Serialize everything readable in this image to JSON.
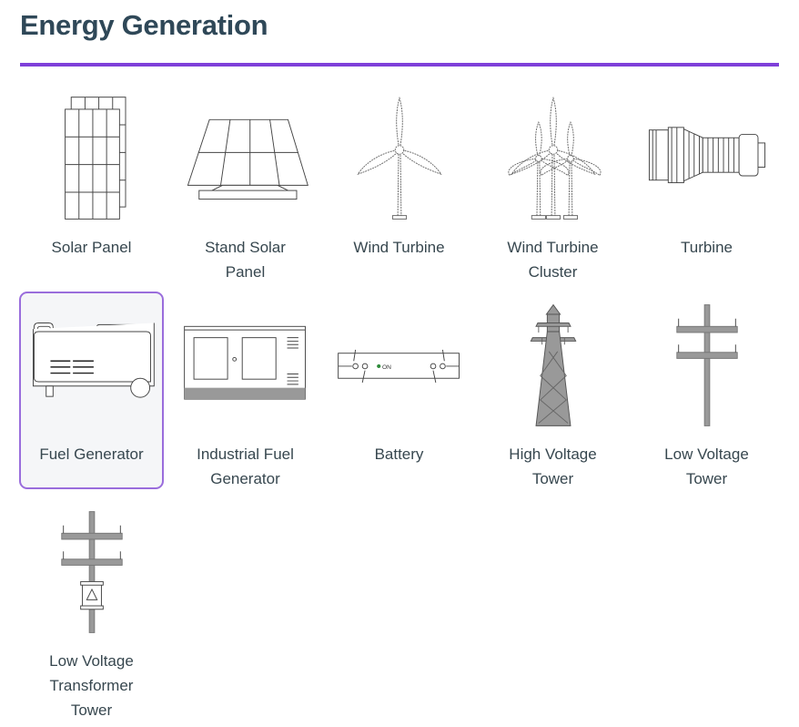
{
  "title": "Energy Generation",
  "accent": "#7f3fd9",
  "selected_index": 5,
  "items": [
    {
      "label": "Solar Panel",
      "icon": "solar-panel"
    },
    {
      "label": "Stand Solar Panel",
      "icon": "stand-solar-panel"
    },
    {
      "label": "Wind Turbine",
      "icon": "wind-turbine"
    },
    {
      "label": "Wind Turbine Cluster",
      "icon": "wind-turbine-cluster"
    },
    {
      "label": "Turbine",
      "icon": "turbine"
    },
    {
      "label": "Fuel Generator",
      "icon": "fuel-generator"
    },
    {
      "label": "Industrial Fuel Generator",
      "icon": "industrial-fuel-generator"
    },
    {
      "label": "Battery",
      "icon": "battery",
      "on_text": "ON"
    },
    {
      "label": "High Voltage Tower",
      "icon": "high-voltage-tower"
    },
    {
      "label": "Low Voltage Tower",
      "icon": "low-voltage-tower"
    },
    {
      "label": "Low Voltage Transformer Tower",
      "icon": "low-voltage-transformer-tower"
    }
  ]
}
